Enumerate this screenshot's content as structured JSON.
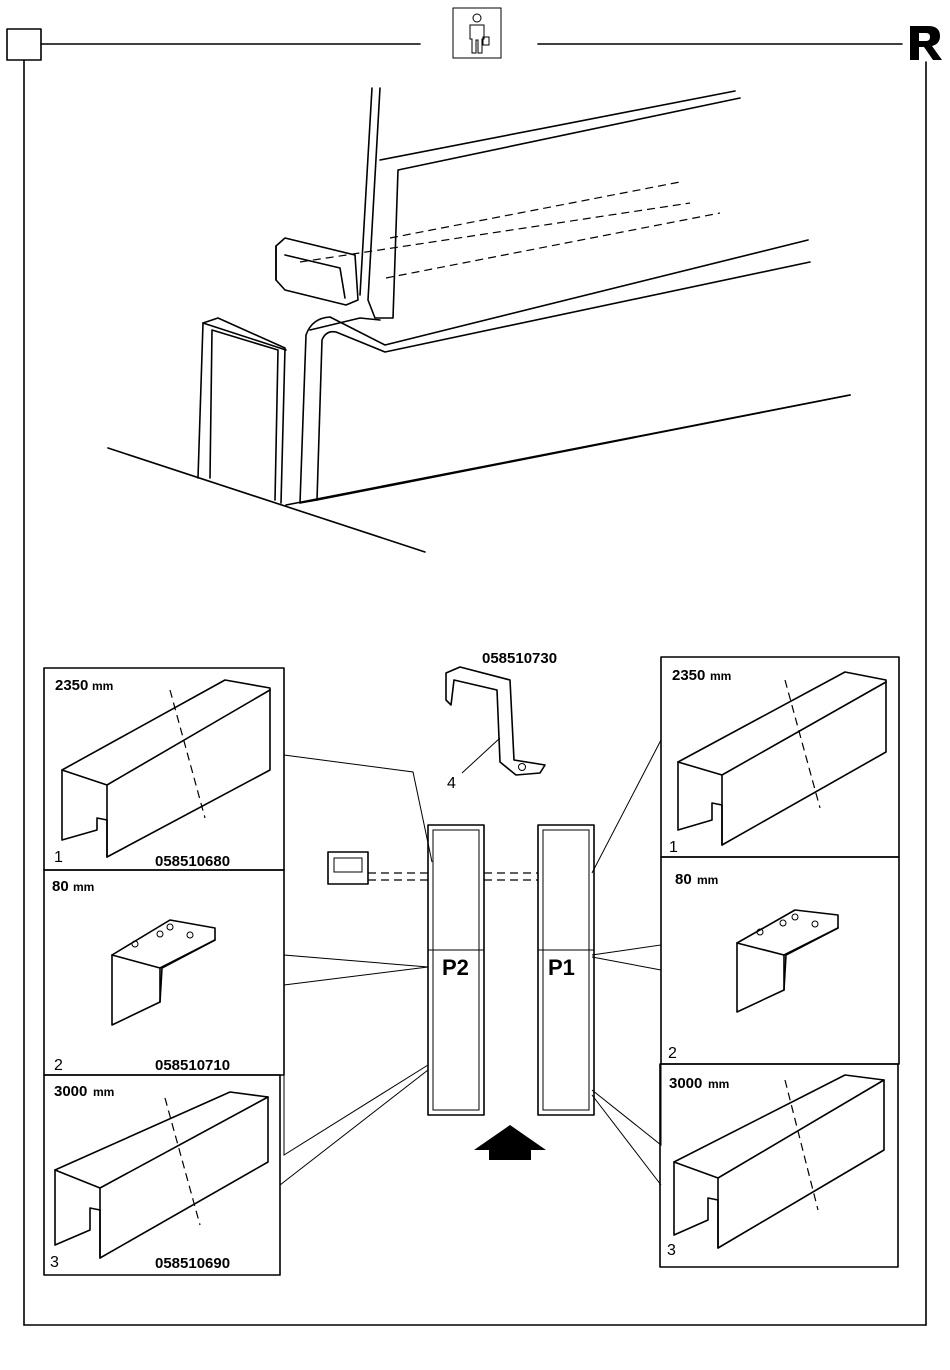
{
  "header": {
    "step_number": "",
    "icon": "person-with-toolbox-icon",
    "brand_icon": "r-logo-icon"
  },
  "top_illustration": {
    "icon": "overlapping-profile-rails"
  },
  "bracket": {
    "code": "058510730",
    "item_number": "4"
  },
  "left_column": [
    {
      "item": "1",
      "length": "2350",
      "unit": "mm",
      "code": "058510680"
    },
    {
      "item": "",
      "length": "80",
      "unit": "mm",
      "code": ""
    },
    {
      "item": "2",
      "length": "",
      "unit": "",
      "code": "058510710"
    },
    {
      "item": "",
      "length": "3000",
      "unit": "mm",
      "code": ""
    },
    {
      "item": "3",
      "length": "",
      "unit": "",
      "code": "058510690"
    }
  ],
  "right_column": [
    {
      "item": "1",
      "length": "2350",
      "unit": "mm"
    },
    {
      "item": "",
      "length": "80",
      "unit": "mm"
    },
    {
      "item": "2",
      "length": "3000",
      "unit": "mm"
    },
    {
      "item": "3"
    }
  ],
  "posts": {
    "left": "P2",
    "right": "P1"
  },
  "arrow_icon": "direction-arrow-up-icon"
}
